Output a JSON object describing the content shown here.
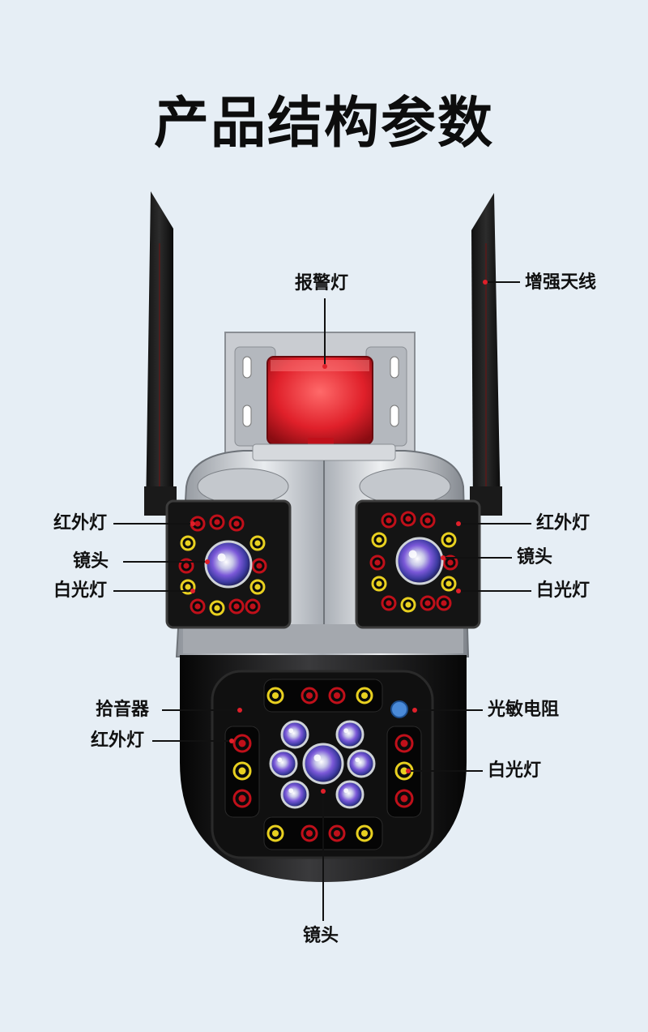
{
  "title": "产品结构参数",
  "labels": {
    "alarm_light": "报警灯",
    "antenna": "增强天线",
    "ir_light_left_top": "红外灯",
    "ir_light_right_top": "红外灯",
    "lens_left_top": "镜头",
    "lens_right_top": "镜头",
    "white_light_left_top": "白光灯",
    "white_light_right_top": "白光灯",
    "microphone": "拾音器",
    "photoresistor": "光敏电阻",
    "ir_light_bottom": "红外灯",
    "white_light_bottom": "白光灯",
    "lens_bottom": "镜头"
  },
  "colors": {
    "background": "#e6eef5",
    "alarm_red": "#e0202a",
    "ir_red": "#c0101a",
    "white_led": "#e8d020",
    "body_black": "#151515",
    "body_silver": "#b8bcc2",
    "lens_purple": "#7a58d8",
    "sensor_blue": "#4a8ad8"
  }
}
